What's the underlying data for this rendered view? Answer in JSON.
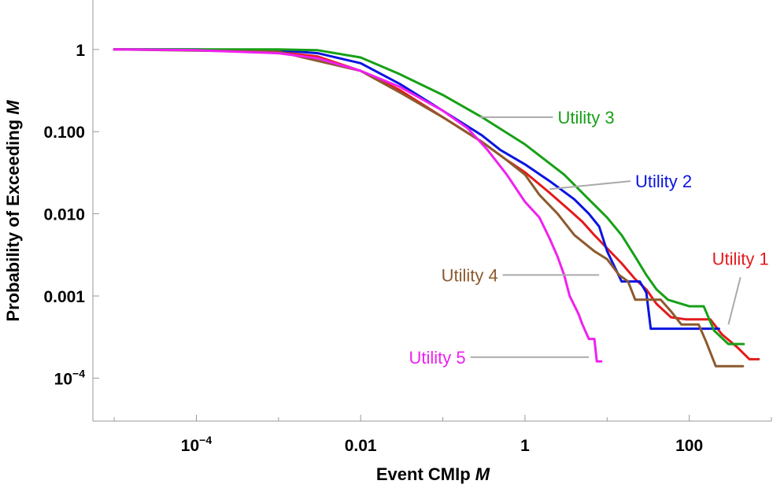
{
  "chart_data": {
    "type": "line",
    "xlabel": "Event CMIp",
    "xlabel_var": "M",
    "ylabel": "Probability of Exceeding",
    "ylabel_var": "M",
    "x_scale": "log",
    "y_scale": "log",
    "xlim": [
      5.5e-06,
      1000
    ],
    "ylim": [
      3e-05,
      4
    ],
    "x_ticks": [
      {
        "value": 0.0001,
        "label_base": "10",
        "label_exp": "−4"
      },
      {
        "value": 0.01,
        "label": "0.01"
      },
      {
        "value": 1,
        "label": "1"
      },
      {
        "value": 100,
        "label": "100"
      }
    ],
    "y_ticks": [
      {
        "value": 1,
        "label": "1"
      },
      {
        "value": 0.1,
        "label": "0.100"
      },
      {
        "value": 0.01,
        "label": "0.010"
      },
      {
        "value": 0.001,
        "label": "0.001"
      },
      {
        "value": 0.0001,
        "label_base": "10",
        "label_exp": "−4"
      }
    ],
    "grid": false,
    "series": [
      {
        "name": "Utility 1",
        "color": "#e41a1c",
        "label_at": [
          420,
          0.0022
        ],
        "pointer_to": [
          300,
          0.00045
        ],
        "points": [
          [
            1e-05,
            1
          ],
          [
            0.0001,
            0.99
          ],
          [
            0.001,
            0.93
          ],
          [
            0.003,
            0.82
          ],
          [
            0.01,
            0.55
          ],
          [
            0.03,
            0.32
          ],
          [
            0.1,
            0.15
          ],
          [
            0.3,
            0.075
          ],
          [
            0.6,
            0.045
          ],
          [
            1,
            0.032
          ],
          [
            2,
            0.018
          ],
          [
            3.5,
            0.011
          ],
          [
            5,
            0.008
          ],
          [
            7,
            0.0055
          ],
          [
            10,
            0.0038
          ],
          [
            15,
            0.0025
          ],
          [
            22,
            0.0016
          ],
          [
            30,
            0.0012
          ],
          [
            40,
            0.0008
          ],
          [
            60,
            0.00055
          ],
          [
            90,
            0.00052
          ],
          [
            180,
            0.00052
          ],
          [
            250,
            0.00034
          ],
          [
            380,
            0.00024
          ],
          [
            540,
            0.00017
          ],
          [
            700,
            0.00017
          ]
        ]
      },
      {
        "name": "Utility 2",
        "color": "#0a14e0",
        "label_at": [
          22,
          0.025
        ],
        "pointer_to": [
          2,
          0.02
        ],
        "points": [
          [
            1e-05,
            1
          ],
          [
            0.0001,
            1
          ],
          [
            0.001,
            0.98
          ],
          [
            0.003,
            0.9
          ],
          [
            0.01,
            0.68
          ],
          [
            0.03,
            0.38
          ],
          [
            0.1,
            0.18
          ],
          [
            0.3,
            0.09
          ],
          [
            0.5,
            0.06
          ],
          [
            1,
            0.04
          ],
          [
            2,
            0.025
          ],
          [
            4,
            0.015
          ],
          [
            6,
            0.01
          ],
          [
            8,
            0.007
          ],
          [
            10,
            0.0035
          ],
          [
            15,
            0.0015
          ],
          [
            25,
            0.0015
          ],
          [
            30,
            0.0011
          ],
          [
            34,
            0.0004
          ],
          [
            60,
            0.0004
          ],
          [
            230,
            0.0004
          ]
        ]
      },
      {
        "name": "Utility 3",
        "color": "#17a017",
        "label_at": [
          2.5,
          0.15
        ],
        "pointer_to": [
          0.28,
          0.15
        ],
        "points": [
          [
            1e-05,
            1
          ],
          [
            0.001,
            1
          ],
          [
            0.003,
            0.98
          ],
          [
            0.01,
            0.8
          ],
          [
            0.03,
            0.5
          ],
          [
            0.1,
            0.28
          ],
          [
            0.3,
            0.15
          ],
          [
            1,
            0.07
          ],
          [
            3,
            0.03
          ],
          [
            6,
            0.015
          ],
          [
            10,
            0.009
          ],
          [
            15,
            0.0055
          ],
          [
            22,
            0.003
          ],
          [
            30,
            0.0018
          ],
          [
            40,
            0.0012
          ],
          [
            55,
            0.0009
          ],
          [
            100,
            0.00075
          ],
          [
            150,
            0.00075
          ],
          [
            200,
            0.00038
          ],
          [
            300,
            0.00026
          ],
          [
            460,
            0.00026
          ]
        ]
      },
      {
        "name": "Utility 4",
        "color": "#8c5a2e",
        "label_at": [
          0.47,
          0.0018
        ],
        "pointer_to": [
          8,
          0.0018
        ],
        "points": [
          [
            1e-05,
            1
          ],
          [
            0.001,
            0.94
          ],
          [
            0.01,
            0.55
          ],
          [
            0.03,
            0.3
          ],
          [
            0.1,
            0.15
          ],
          [
            0.3,
            0.075
          ],
          [
            0.6,
            0.045
          ],
          [
            1,
            0.03
          ],
          [
            1.5,
            0.017
          ],
          [
            2.5,
            0.01
          ],
          [
            4,
            0.0055
          ],
          [
            7,
            0.0035
          ],
          [
            10,
            0.0028
          ],
          [
            14,
            0.0018
          ],
          [
            18,
            0.0015
          ],
          [
            22,
            0.0009
          ],
          [
            45,
            0.0009
          ],
          [
            60,
            0.00065
          ],
          [
            80,
            0.00045
          ],
          [
            130,
            0.00045
          ],
          [
            160,
            0.00028
          ],
          [
            210,
            0.00014
          ],
          [
            450,
            0.00014
          ]
        ]
      },
      {
        "name": "Utility 5",
        "color": "#f020f0",
        "label_at": [
          0.19,
          0.00018
        ],
        "pointer_to": [
          6,
          0.00018
        ],
        "points": [
          [
            1e-05,
            1
          ],
          [
            0.0001,
            0.98
          ],
          [
            0.001,
            0.9
          ],
          [
            0.003,
            0.78
          ],
          [
            0.01,
            0.55
          ],
          [
            0.03,
            0.35
          ],
          [
            0.1,
            0.18
          ],
          [
            0.2,
            0.11
          ],
          [
            0.35,
            0.06
          ],
          [
            0.6,
            0.03
          ],
          [
            1,
            0.014
          ],
          [
            1.5,
            0.009
          ],
          [
            2,
            0.005
          ],
          [
            2.5,
            0.003
          ],
          [
            3,
            0.0018
          ],
          [
            3.5,
            0.001
          ],
          [
            4.5,
            0.0006
          ],
          [
            5,
            0.00045
          ],
          [
            6,
            0.0003
          ],
          [
            7,
            0.0003
          ],
          [
            7.5,
            0.00016
          ],
          [
            8.5,
            0.00016
          ]
        ]
      }
    ]
  }
}
